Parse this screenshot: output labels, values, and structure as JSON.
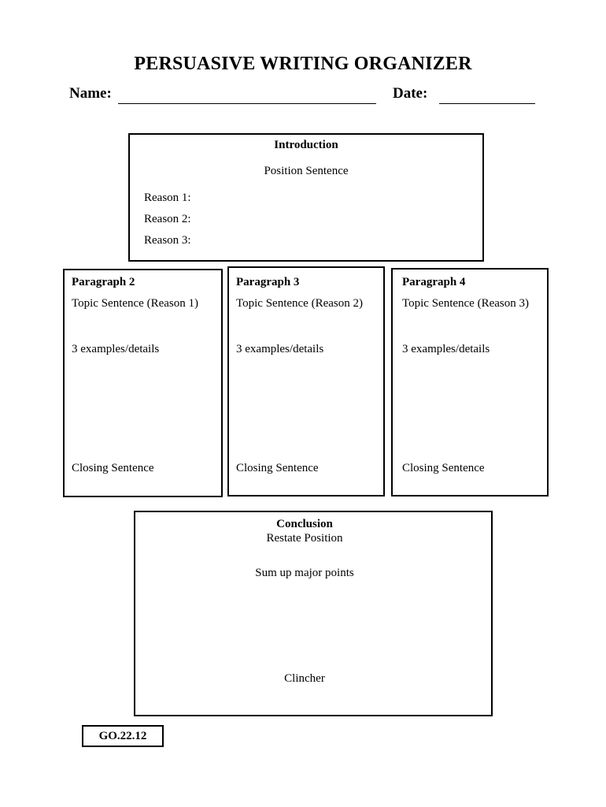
{
  "document": {
    "title": "PERSUASIVE WRITING ORGANIZER",
    "fields": {
      "name_label": "Name:",
      "date_label": "Date:"
    },
    "introduction": {
      "heading": "Introduction",
      "position_sentence": "Position Sentence",
      "reasons": [
        "Reason 1:",
        "Reason 2:",
        "Reason 3:"
      ]
    },
    "body_paragraphs": [
      {
        "heading": "Paragraph 2",
        "topic_sentence": "Topic Sentence (Reason 1)",
        "details": "3 examples/details",
        "closing_sentence": "Closing Sentence"
      },
      {
        "heading": "Paragraph 3",
        "topic_sentence": "Topic Sentence (Reason 2)",
        "details": "3 examples/details",
        "closing_sentence": "Closing Sentence"
      },
      {
        "heading": "Paragraph 4",
        "topic_sentence": "Topic Sentence (Reason 3)",
        "details": "3 examples/details",
        "closing_sentence": "Closing Sentence"
      }
    ],
    "conclusion": {
      "heading": "Conclusion",
      "restate": "Restate Position",
      "summary": "Sum up major points",
      "clincher": "Clincher"
    },
    "footer": {
      "code": "GO.22.12"
    },
    "colors": {
      "ink": "#000000",
      "paper": "#ffffff"
    }
  }
}
